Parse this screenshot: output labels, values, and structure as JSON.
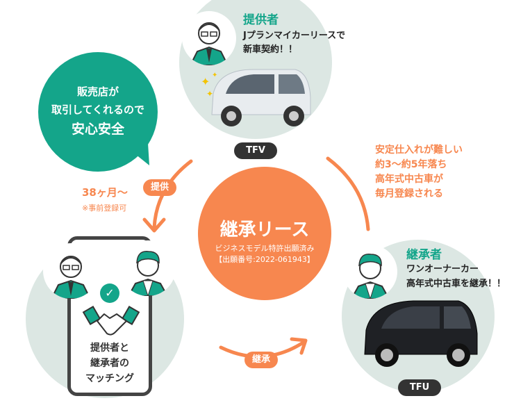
{
  "provider": {
    "title": "提供者",
    "lines": [
      "Jプランマイカーリースで",
      "新車契約！！"
    ],
    "car_label": "TFV"
  },
  "bubble": {
    "lines": [
      "販売店が",
      "取引してくれるので",
      "安心安全"
    ]
  },
  "left_arrow": {
    "label": "提供",
    "term": "38ヶ月～",
    "note": "※事前登録可"
  },
  "center": {
    "title": "継承リース",
    "lines": [
      "ビジネスモデル特許出願済み",
      "【出願番号:2022-061943】"
    ]
  },
  "right_note": {
    "lines": [
      "安定仕入れが難しい",
      "約3～約5年落ち",
      "高年式中古車が",
      "毎月登録される"
    ]
  },
  "successor": {
    "title": "継承者",
    "lines": [
      "ワンオーナーカー",
      "高年式中古車を継承！！"
    ],
    "car_label": "TFU"
  },
  "matching": {
    "lines": [
      "提供者と",
      "継承者の",
      "マッチング"
    ]
  },
  "bottom_arrow": {
    "label": "継承"
  },
  "colors": {
    "teal": "#14a58a",
    "orange": "#f7874f",
    "light": "#dce7e3",
    "dark": "#333333"
  }
}
